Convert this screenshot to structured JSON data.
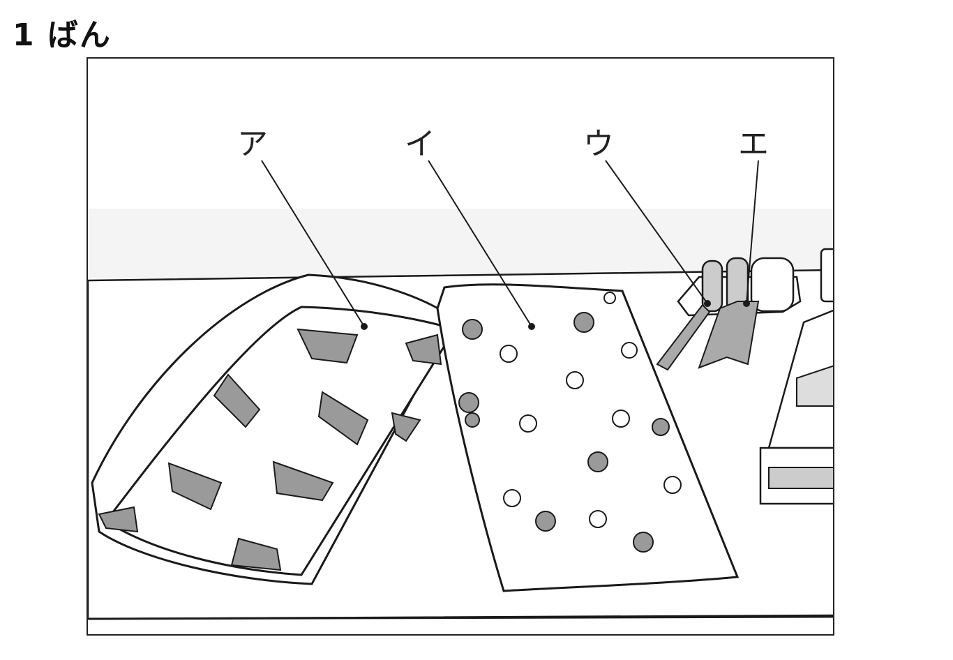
{
  "question": {
    "title": "1 ばん"
  },
  "illustration": {
    "labels": [
      "ア",
      "イ",
      "ウ",
      "エ"
    ],
    "colors": {
      "line": "#1a1a1a",
      "fill_gray": "#9a9a9a",
      "background_wall": "#f4f4f4"
    }
  }
}
